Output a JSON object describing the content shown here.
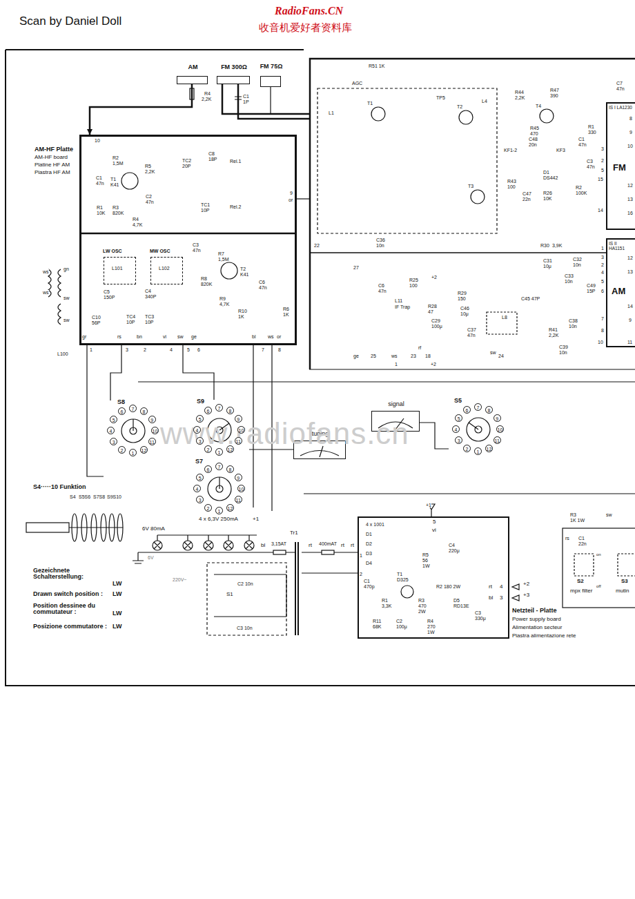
{
  "diagram": {
    "nodes": [
      {
        "text": [
          "AM"
        ]
      },
      {
        "text": [
          "FM 300Ω"
        ]
      },
      {
        "text": [
          "FM 75Ω"
        ]
      },
      {
        "text": [
          "AM-HF Platte",
          "AM-HF board",
          "Platine HF AM",
          "Piastra HF AM"
        ]
      },
      {
        "text": [
          "LW OSC"
        ],
        "in": 3
      },
      {
        "text": [
          "MW OSC"
        ],
        "in": 3
      },
      {
        "text": [
          "IS I LA1230",
          "FM"
        ]
      },
      {
        "text": [
          "IS II HA1151",
          "AM"
        ]
      },
      {
        "text": [
          "signal"
        ]
      },
      {
        "text": [
          "tuning"
        ]
      },
      {
        "text": [
          "S8"
        ]
      },
      {
        "text": [
          "S9"
        ]
      },
      {
        "text": [
          "S7"
        ]
      },
      {
        "text": [
          "S5"
        ]
      },
      {
        "text": [
          "Netzteil - Platte",
          "Power supply board",
          "Alimentation secteur",
          "Piastra alimentazione rete"
        ]
      },
      {
        "text": [
          "S2",
          "mpx filter"
        ]
      },
      {
        "text": [
          "S3",
          "mutin"
        ]
      }
    ],
    "edges": [
      {
        "from": 0,
        "to": 3,
        "arrow": "to"
      },
      {
        "from": 3,
        "to": 10,
        "arrow": "none"
      },
      {
        "from": 3,
        "to": 11,
        "arrow": "none"
      },
      {
        "from": 13,
        "to": 8,
        "arrow": "none"
      },
      {
        "from": 11,
        "to": 9,
        "arrow": "none"
      }
    ],
    "labels": [
      "Scan by Daniel Doll",
      "RadioFans.CN",
      "收音机爱好者资料库",
      "www.radiofans.cn",
      "R4",
      "2,2K",
      "C1",
      "1P",
      "AGC",
      "R51 1K",
      "TP5",
      "T1",
      "T2",
      "T3",
      "T4",
      "L1",
      "L4",
      "KF1-2",
      "KF3",
      "R44",
      "2,2K",
      "R47",
      "390",
      "R45",
      "470",
      "C48",
      "20n",
      "D1",
      "DS442",
      "R26",
      "10K",
      "R43",
      "100",
      "C47",
      "22n",
      "R1",
      "330",
      "R2",
      "100K",
      "C7",
      "47n",
      "C1",
      "47n",
      "C3",
      "47n",
      "R30",
      "3,9K",
      "C31",
      "10μ",
      "C32",
      "10n",
      "C33",
      "10n",
      "C49",
      "15P",
      "C36",
      "10n",
      "C6",
      "47n",
      "R25",
      "100",
      "L11",
      "IF Trap",
      "R29",
      "150",
      "C46",
      "10μ",
      "R28",
      "47",
      "C29",
      "100μ",
      "C45 47P",
      "L8",
      "C37",
      "47n",
      "R41",
      "2,2K",
      "C38",
      "10n",
      "C39",
      "10n",
      "C1",
      "47n",
      "R2",
      "1,5M",
      "T1",
      "K41",
      "R5",
      "2,2K",
      "C2",
      "47n",
      "R1",
      "10K",
      "R3",
      "820K",
      "R4",
      "4,7K",
      "TC2",
      "20P",
      "C8",
      "18P",
      "Rel.1",
      "TC1",
      "10P",
      "Rel.2",
      "C3",
      "47n",
      "R7",
      "1,5M",
      "T2",
      "K41",
      "R8",
      "820K",
      "R9",
      "4,7K",
      "R10",
      "1K",
      "C6",
      "47n",
      "R6",
      "1K",
      "C5",
      "150P",
      "C4",
      "340P",
      "C10",
      "56P",
      "TC4",
      "10P",
      "TC3",
      "10P",
      "L101",
      "L102",
      "L100",
      "10",
      "ws",
      "gn",
      "ws",
      "sw",
      "sw",
      "gr",
      "1",
      "rs",
      "3",
      "bn",
      "2",
      "vi",
      "4",
      "sw",
      "5",
      "ge",
      "6",
      "bl",
      "7",
      "ws",
      "or",
      "8",
      "9",
      "or",
      "22",
      "27",
      "ge",
      "25",
      "ws",
      "1",
      "23",
      "rf",
      "18",
      "sw",
      "24",
      "+2",
      "+2",
      "3",
      "2",
      "5",
      "15",
      "14",
      "8",
      "9",
      "10",
      "12",
      "13",
      "16",
      "1",
      "3",
      "2",
      "4",
      "5",
      "6",
      "7",
      "8",
      "10",
      "12",
      "13",
      "14",
      "9",
      "11",
      "S4·····10 Funktion",
      "S4",
      "S5S6",
      "S7S8",
      "S9S10",
      "Gezeichnete Schalterstellung:",
      "LW",
      "Drawn switch position :",
      "LW",
      "Position dessinee du commutateur :",
      "LW",
      "Posizione commutatore :",
      "LW",
      "6V 80mA",
      "4 x 6,3V 250mA",
      "+1",
      "bl",
      "3,15AT",
      "Tr1",
      "400mAT",
      "rt",
      "rt",
      "rt",
      "6V",
      "220V~",
      "C2 10n",
      "S1",
      "C3 10n",
      "+1",
      "5",
      "vi",
      "4 x 1001",
      "D1",
      "D2",
      "D3",
      "D4",
      "1",
      "2",
      "T1",
      "D325",
      "C1",
      "470p",
      "R5",
      "56",
      "1W",
      "C4",
      "220μ",
      "R2 180 2W",
      "R1",
      "3,3K",
      "R3",
      "470",
      "2W",
      "D5",
      "RD13E",
      "C3",
      "330μ",
      "R11",
      "68K",
      "C2",
      "100μ",
      "R4",
      "270",
      "1W",
      "rt",
      "bl",
      "4",
      "3",
      "+2",
      "+3",
      "R3",
      "1K 1W",
      "sw",
      "rs",
      "C1",
      "22n",
      "on",
      "off",
      "1",
      "2",
      "3",
      "4",
      "5",
      "6",
      "7",
      "8",
      "9",
      "10",
      "11",
      "12",
      "1",
      "2",
      "3",
      "4",
      "5",
      "6",
      "7",
      "8",
      "9",
      "10",
      "11",
      "12",
      "1",
      "2",
      "3",
      "4",
      "5",
      "6",
      "7",
      "8",
      "9",
      "10",
      "11",
      "12",
      "1",
      "2",
      "3",
      "4",
      "5",
      "6",
      "7",
      "8",
      "9",
      "10",
      "11",
      "12"
    ]
  }
}
